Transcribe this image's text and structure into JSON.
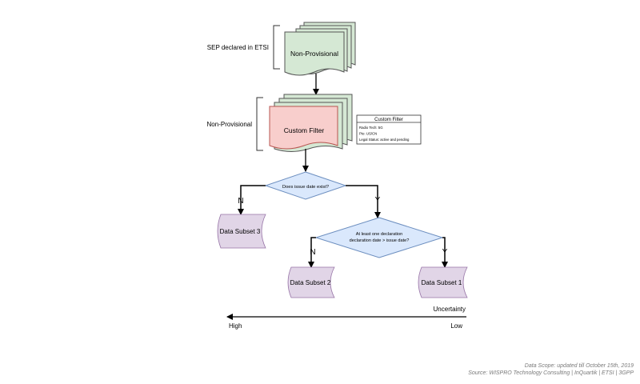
{
  "colors": {
    "green": "#d5e8d4",
    "green_stroke": "#82b366",
    "red": "#f8cecc",
    "red_stroke": "#b85450",
    "blue": "#dae8fc",
    "blue_stroke": "#6c8ebf",
    "purple": "#e1d5e7",
    "purple_stroke": "#9673a6"
  },
  "labels": {
    "sep_declared": "SEP declared in ETSI",
    "non_provisional_bracket": "Non-Provisional"
  },
  "nodes": {
    "non_provisional": "Non-Provisional",
    "custom_filter": "Custom Filter",
    "decision_issue_date": "Does issue date exist?",
    "decision_declaration_line1": "At least one declaration",
    "decision_declaration_line2": "declaration date > issue date?",
    "subset_3": "Data Subset 3",
    "subset_2": "Data Subset 2",
    "subset_1": "Data Subset 1"
  },
  "branches": {
    "n1": "N",
    "y1": "Y",
    "n2": "N",
    "y2": "Y"
  },
  "filter_box": {
    "title": "Custom Filter",
    "radio_tech": "Radio Tech: 5G",
    "pto": "Pto: US/CN",
    "legal_status": "Legal Status: active and pending"
  },
  "uncertainty": {
    "title": "Uncertainty",
    "high": "High",
    "low": "Low"
  },
  "footer": {
    "scope": "Data Scope: updated till October 15th, 2019",
    "source": "Source: WISPRO Technology Consulting | InQuartik | ETSI | 3GPP"
  }
}
